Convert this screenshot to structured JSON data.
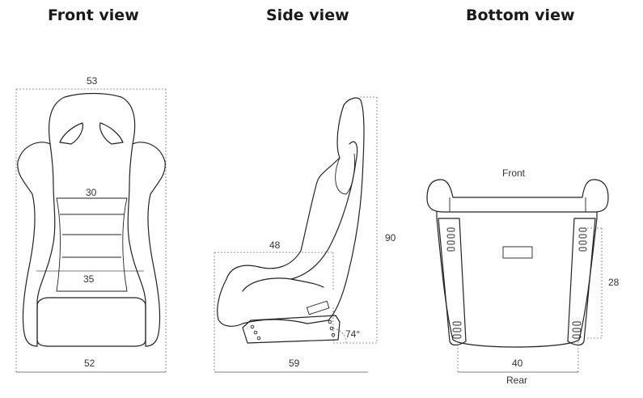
{
  "views": {
    "front": {
      "title": "Front view",
      "dims": {
        "top_width": "53",
        "shoulder_width": "30",
        "seat_width": "35",
        "base_width": "52"
      }
    },
    "side": {
      "title": "Side view",
      "dims": {
        "depth": "48",
        "height": "90",
        "base_length": "59",
        "angle": "74°"
      }
    },
    "bottom": {
      "title": "Bottom view",
      "labels": {
        "front": "Front",
        "rear": "Rear"
      },
      "dims": {
        "mount_length": "28",
        "mount_width": "40"
      }
    }
  },
  "colors": {
    "line": "#222222",
    "dimension": "#777777",
    "text": "#1a1a1a"
  }
}
